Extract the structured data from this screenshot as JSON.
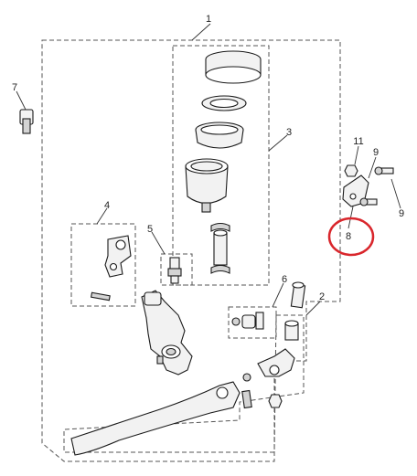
{
  "diagram": {
    "callouts": [
      {
        "id": "c1",
        "label": "1"
      },
      {
        "id": "c2",
        "label": "2"
      },
      {
        "id": "c3",
        "label": "3"
      },
      {
        "id": "c4",
        "label": "4"
      },
      {
        "id": "c5",
        "label": "5"
      },
      {
        "id": "c6",
        "label": "6"
      },
      {
        "id": "c7",
        "label": "7"
      },
      {
        "id": "c8",
        "label": "8"
      },
      {
        "id": "c9a",
        "label": "9"
      },
      {
        "id": "c9b",
        "label": "9"
      },
      {
        "id": "c11",
        "label": "11"
      }
    ],
    "highlight_color": "#d9262c",
    "line_color": "#1a1a1a"
  }
}
